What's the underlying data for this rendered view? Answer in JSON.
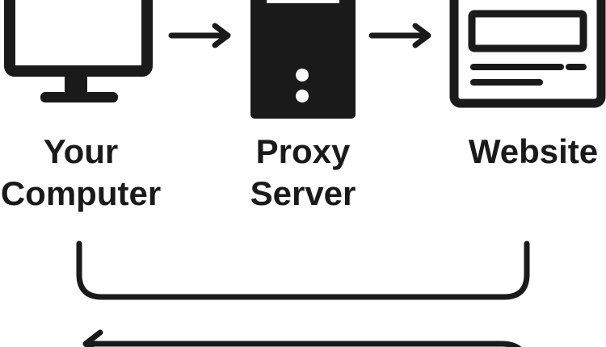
{
  "nodes": {
    "computer": {
      "line1": "Your",
      "line2": "Computer",
      "icon": "monitor-icon"
    },
    "proxy": {
      "line1": "Proxy",
      "line2": "Server",
      "icon": "server-tower-icon"
    },
    "website": {
      "line1": "Website",
      "icon": "webpage-icon"
    }
  },
  "connectors": [
    {
      "from": "computer",
      "to": "proxy",
      "kind": "arrow-right"
    },
    {
      "from": "proxy",
      "to": "website",
      "kind": "arrow-right"
    },
    {
      "from": "computer",
      "to": "website",
      "kind": "bracket"
    },
    {
      "from": "website",
      "to": "computer",
      "kind": "return-arrow-left"
    }
  ],
  "colors": {
    "ink": "#1a1a1a",
    "background": "#ffffff"
  }
}
